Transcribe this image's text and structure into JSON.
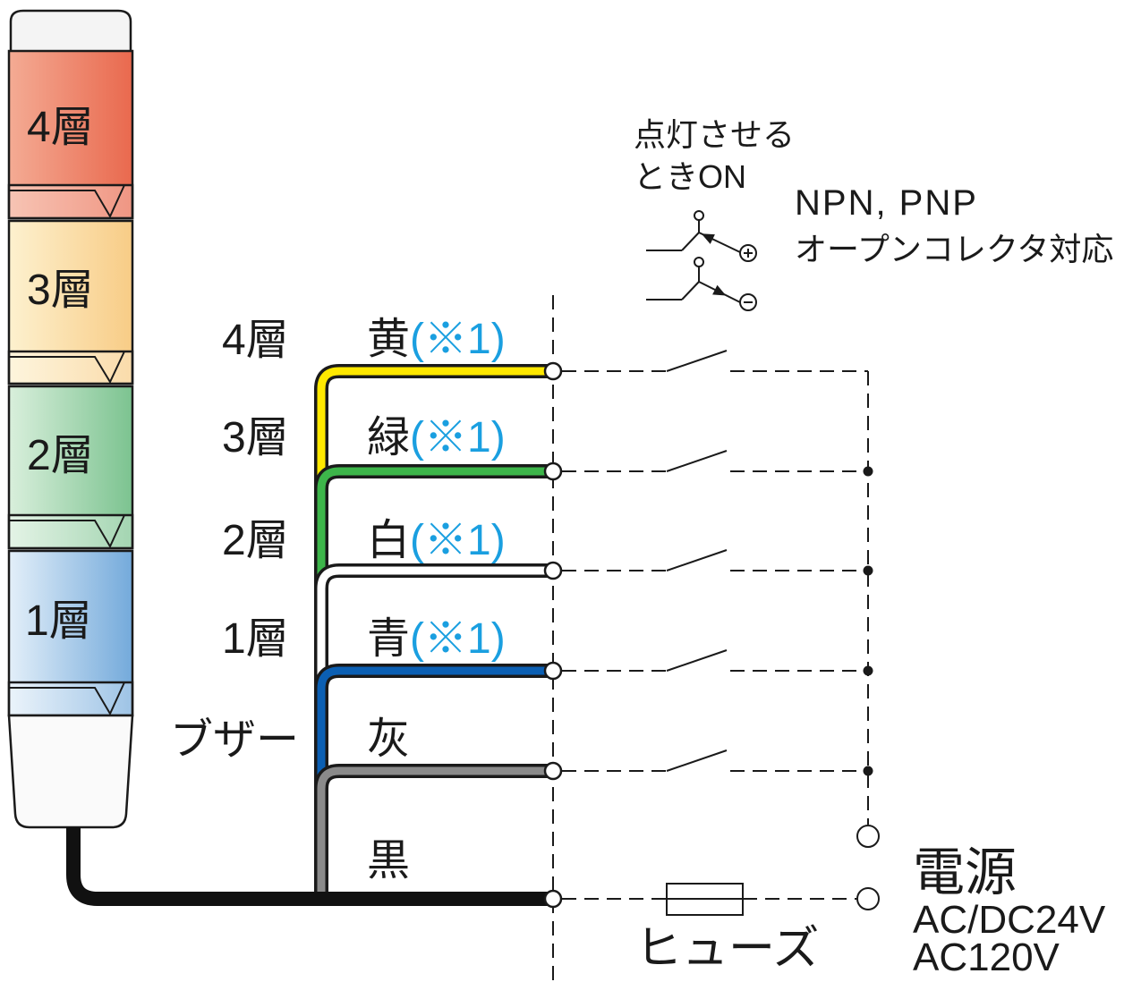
{
  "tower": {
    "layers": [
      {
        "label": "4層",
        "color_light": "#f4ab94",
        "color_dark": "#e9694e"
      },
      {
        "label": "3層",
        "color_light": "#fdf1cf",
        "color_dark": "#f8cc86"
      },
      {
        "label": "2層",
        "color_light": "#d9efdc",
        "color_dark": "#7cc390"
      },
      {
        "label": "1層",
        "color_light": "#e3eff9",
        "color_dark": "#74aadb"
      }
    ],
    "cap_color": "#f4f4f4",
    "base_color": "#fafafa"
  },
  "column_labels": [
    "4層",
    "3層",
    "2層",
    "1層",
    "ブザー"
  ],
  "wires": [
    {
      "name": "黄",
      "note": "(※1)",
      "color": "#ffe800"
    },
    {
      "name": "緑",
      "note": "(※1)",
      "color": "#3db54a"
    },
    {
      "name": "白",
      "note": "(※1)",
      "color": "#ffffff"
    },
    {
      "name": "青",
      "note": "(※1)",
      "color": "#0b5fb3"
    },
    {
      "name": "灰",
      "color": "#8a8a8a"
    },
    {
      "name": "黒",
      "color": "#111111"
    }
  ],
  "note_color": "#1a9fe0",
  "switch_caption": {
    "line1": "点灯させる",
    "line2": "ときON"
  },
  "output_caption": {
    "line1": "NPN, PNP",
    "line2": "オープンコレクタ対応"
  },
  "fuse_label": "ヒューズ",
  "power_supply": {
    "title": "電源",
    "ratings": [
      "AC/DC24V",
      "AC120V"
    ]
  },
  "symbols": [
    "switch-icon",
    "transistor-plus-icon",
    "transistor-minus-icon",
    "fuse-icon",
    "power-terminal-icon"
  ]
}
